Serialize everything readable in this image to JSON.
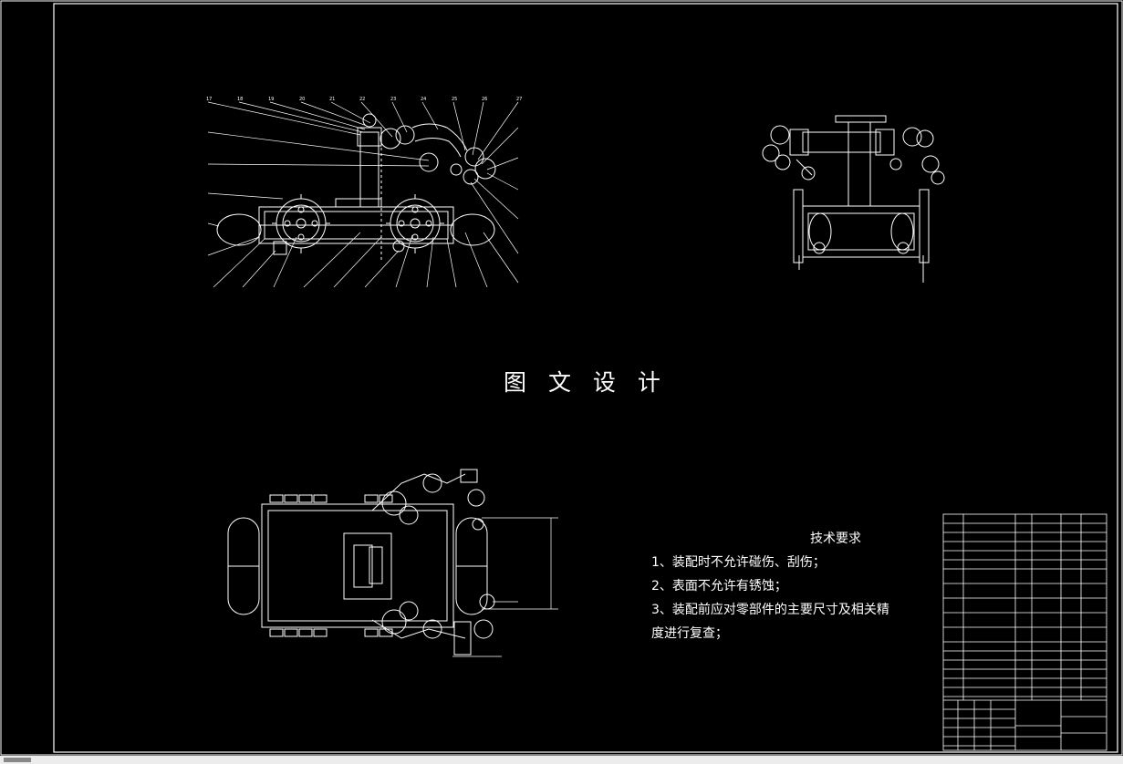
{
  "drawing": {
    "watermark": "图 文 设 计",
    "tech_requirements": {
      "title": "技术要求",
      "items": [
        "1、装配时不允许碰伤、刮伤；",
        "2、表面不允许有锈蚀；",
        "3、装配前应对零部件的主要尺寸及相关精",
        "度进行复查；"
      ]
    },
    "line_color": "#ffffff",
    "background": "#000000"
  }
}
